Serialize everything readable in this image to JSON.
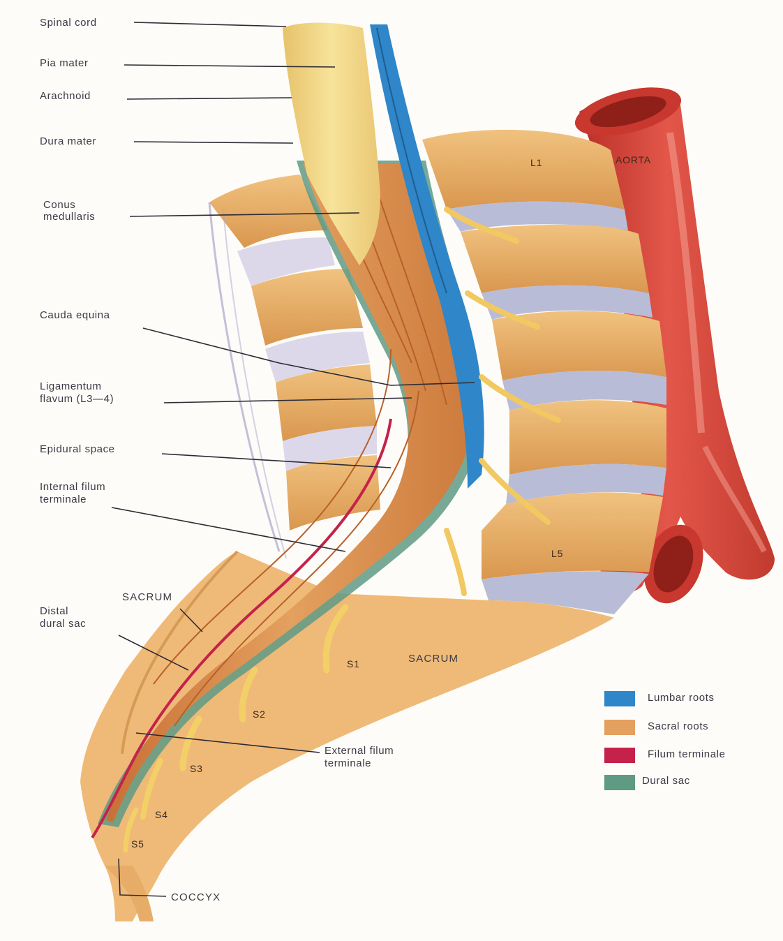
{
  "labels": {
    "spinal_cord": "Spinal cord",
    "pia_mater": "Pia mater",
    "arachnoid": "Arachnoid",
    "dura_mater": "Dura mater",
    "conus_1": "Conus",
    "conus_2": "medullaris",
    "cauda_equina": "Cauda equina",
    "lig_1": "Ligamentum",
    "lig_2": "flavum (L3—4)",
    "epidural_space": "Epidural space",
    "int_filum_1": "Internal filum",
    "int_filum_2": "terminale",
    "sacrum_upper": "SACRUM",
    "distal_1": "Distal",
    "distal_2": "dural sac",
    "ext_filum_1": "External filum",
    "ext_filum_2": "terminale",
    "coccyx": "COCCYX"
  },
  "structure_labels": {
    "aorta": "AORTA",
    "l1": "L1",
    "l5": "L5",
    "sacrum_lower": "SACRUM",
    "s1": "S1",
    "s2": "S2",
    "s3": "S3",
    "s4": "S4",
    "s5": "S5"
  },
  "legend": [
    {
      "label": "Lumbar roots",
      "color": "#2f86c8"
    },
    {
      "label": "Sacral roots",
      "color": "#e3a05f"
    },
    {
      "label": "Filum terminale",
      "color": "#c4224a"
    },
    {
      "label": "Dural sac",
      "color": "#5f9a85"
    }
  ],
  "colors": {
    "bone": "#e9b26b",
    "disc": "#b9bcd6",
    "aorta": "#d8483a",
    "cord": "#f3dc86",
    "sacral_roots": "#e3a05f",
    "lumbar_roots": "#2f86c8",
    "filum_terminale": "#c4224a",
    "dural_sac": "#5f9a85"
  }
}
